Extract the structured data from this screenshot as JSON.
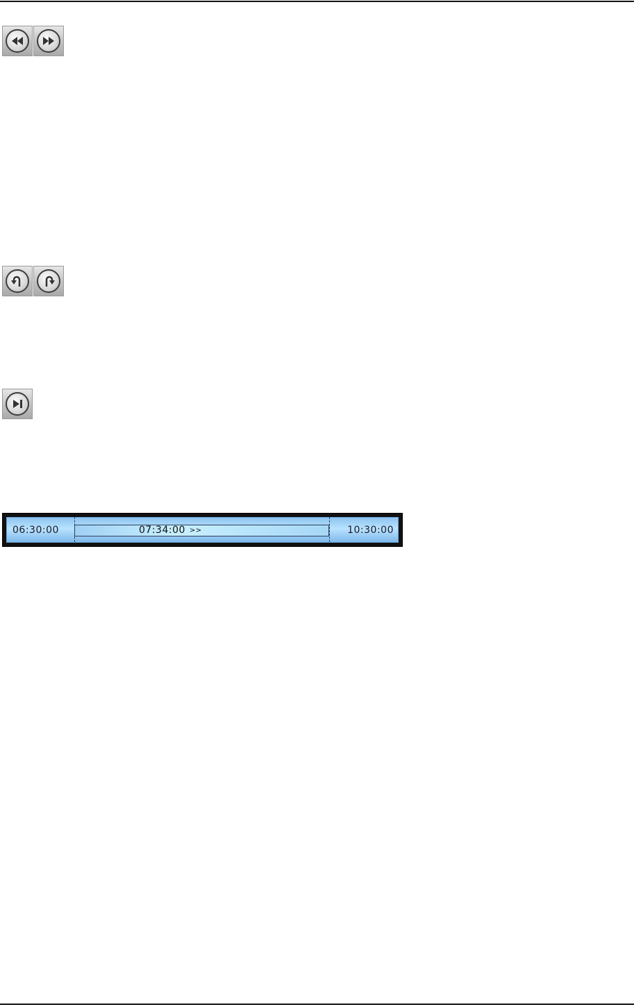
{
  "icons": {
    "rewind": "rewind-icon",
    "fast_forward": "fast-forward-icon",
    "undo": "undo-icon",
    "redo": "redo-icon",
    "play_next": "play-next-icon"
  },
  "timeline": {
    "start_time": "06:30:00",
    "current_time": "07:34:00",
    "direction_indicator": ">>",
    "end_time": "10:30:00"
  },
  "colors": {
    "timeline_fill": "#b9e3ff",
    "timeline_frame": "#111111"
  }
}
